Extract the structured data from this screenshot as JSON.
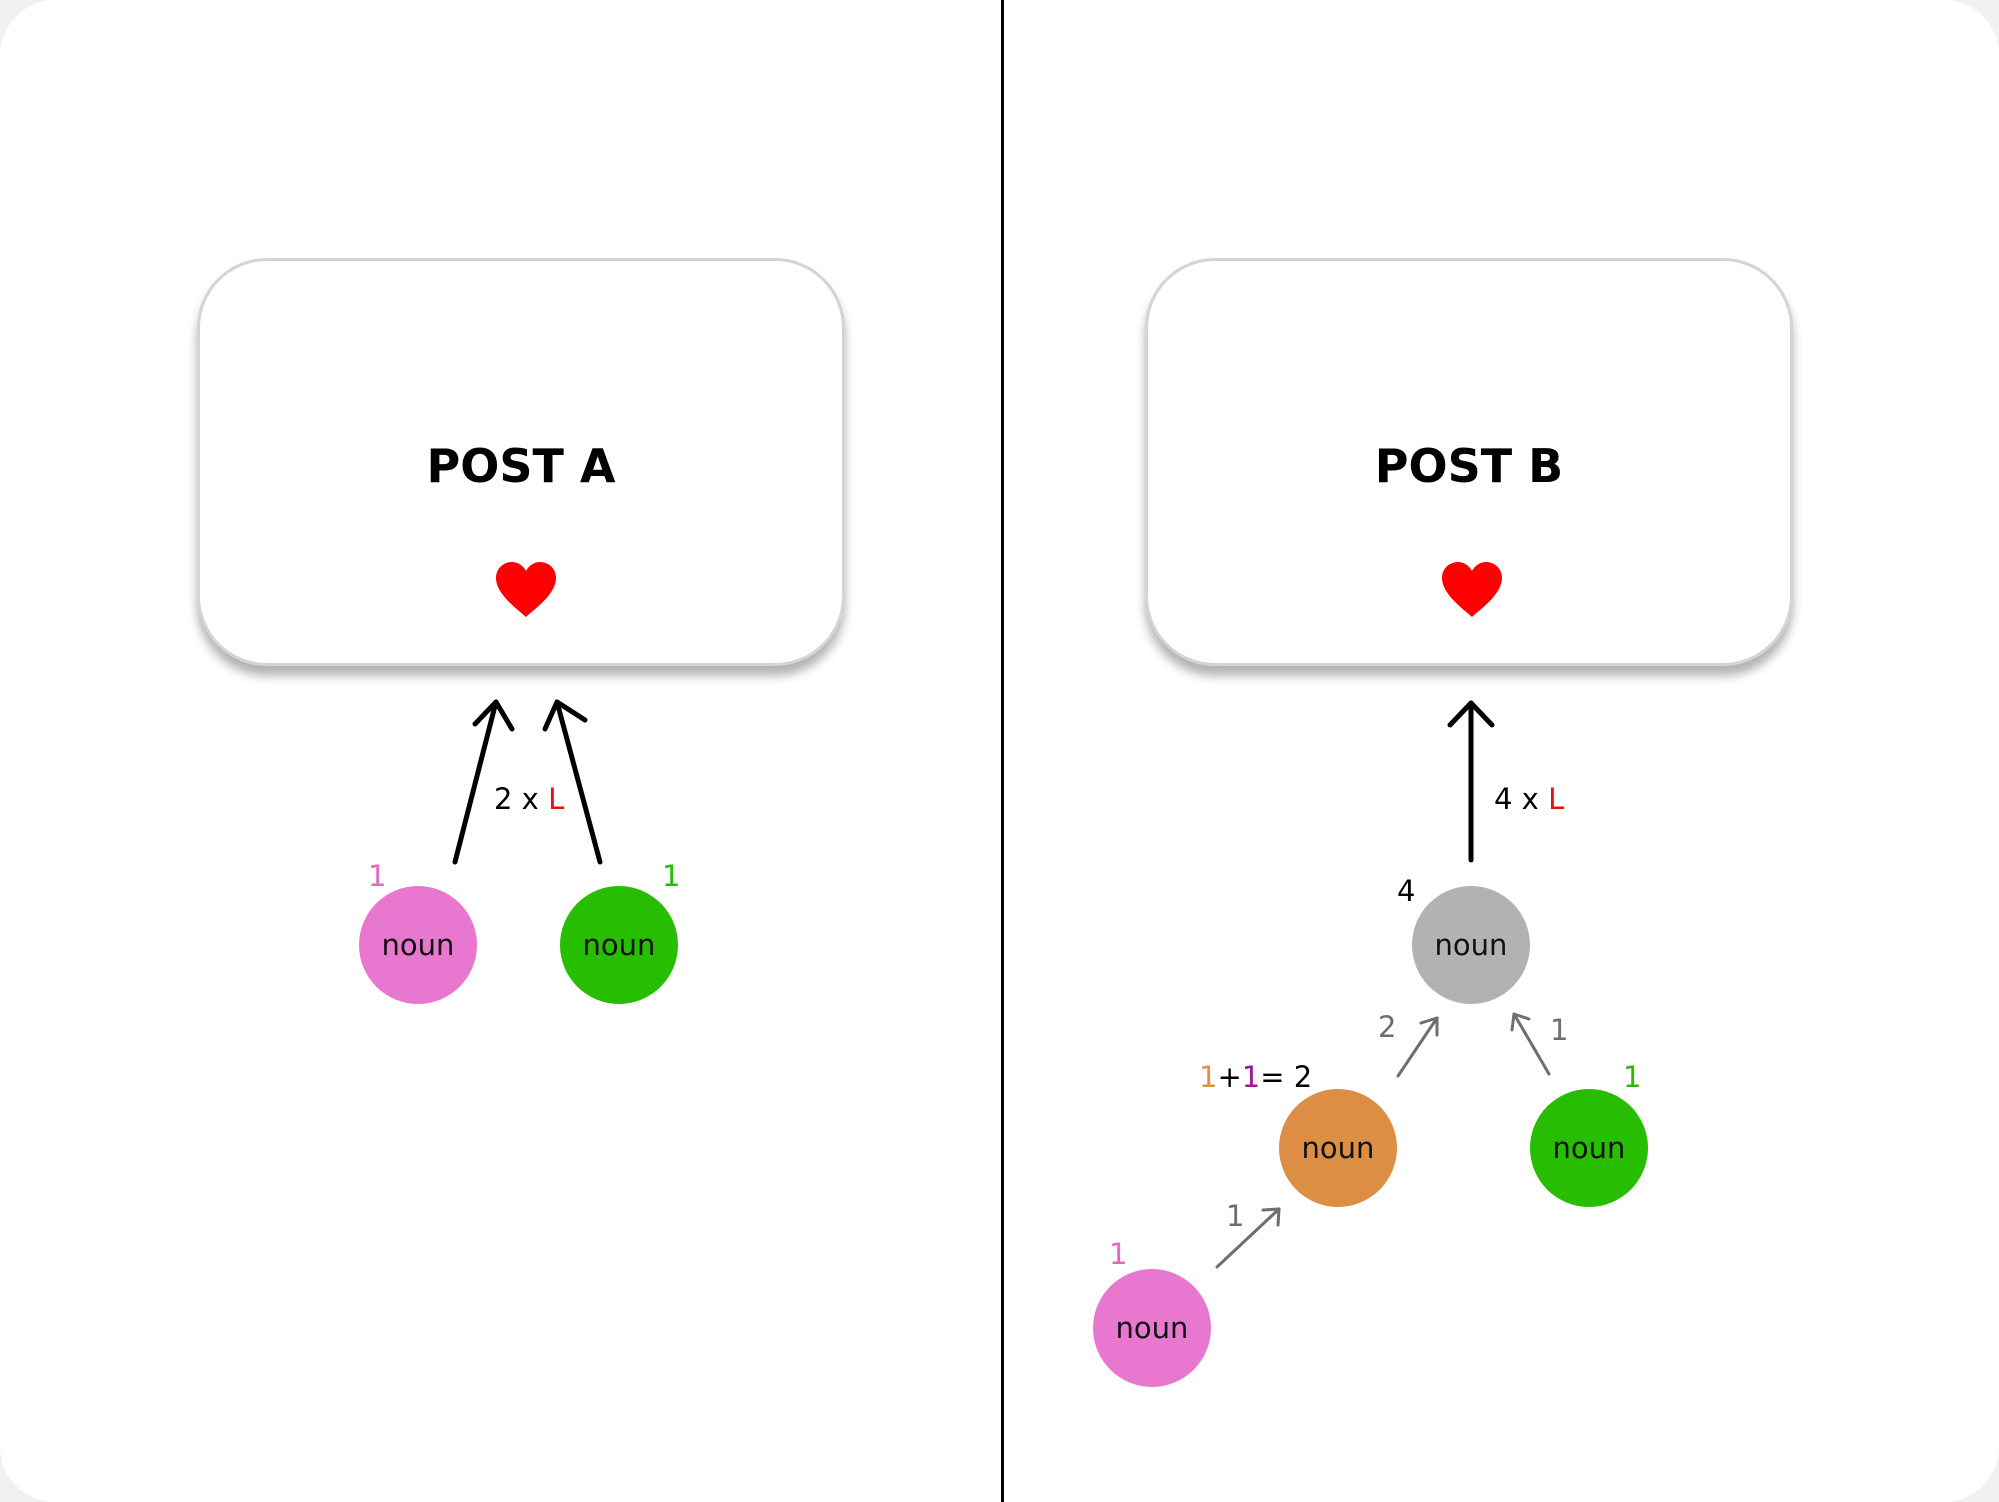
{
  "post_a": {
    "title": "POST A",
    "nodes": [
      {
        "text": "noun",
        "weight": "1",
        "color": "#e878cf",
        "weight_color": "#e069c6"
      },
      {
        "text": "noun",
        "weight": "1",
        "color": "#27bd00",
        "weight_color": "#27bd00"
      }
    ],
    "edge_label": {
      "prefix": "2 x ",
      "suffix": "L"
    }
  },
  "post_b": {
    "title": "POST B",
    "root": {
      "text": "noun",
      "weight": "4",
      "color": "#b2b2b2"
    },
    "mid_left": {
      "text": "noun",
      "color": "#db8e44",
      "sum": {
        "a": "1",
        "plus": "+",
        "b": "1",
        "rest": "= 2"
      }
    },
    "mid_right": {
      "text": "noun",
      "weight": "1",
      "color": "#27bd00"
    },
    "leaf": {
      "text": "noun",
      "weight": "1",
      "color": "#e878cf"
    },
    "edge_labels": {
      "root": {
        "prefix": "4 x ",
        "suffix": "L"
      },
      "mid_left": "2",
      "mid_right": "1",
      "leaf": "1"
    }
  },
  "colors": {
    "heart": "#ff0000",
    "l_letter": "#e81010",
    "orange_digit": "#e0913c",
    "purple_digit": "#a4159c",
    "pink_digit": "#e069c6",
    "green_digit": "#27bd00",
    "grey_arrow": "#6e6e6e"
  }
}
